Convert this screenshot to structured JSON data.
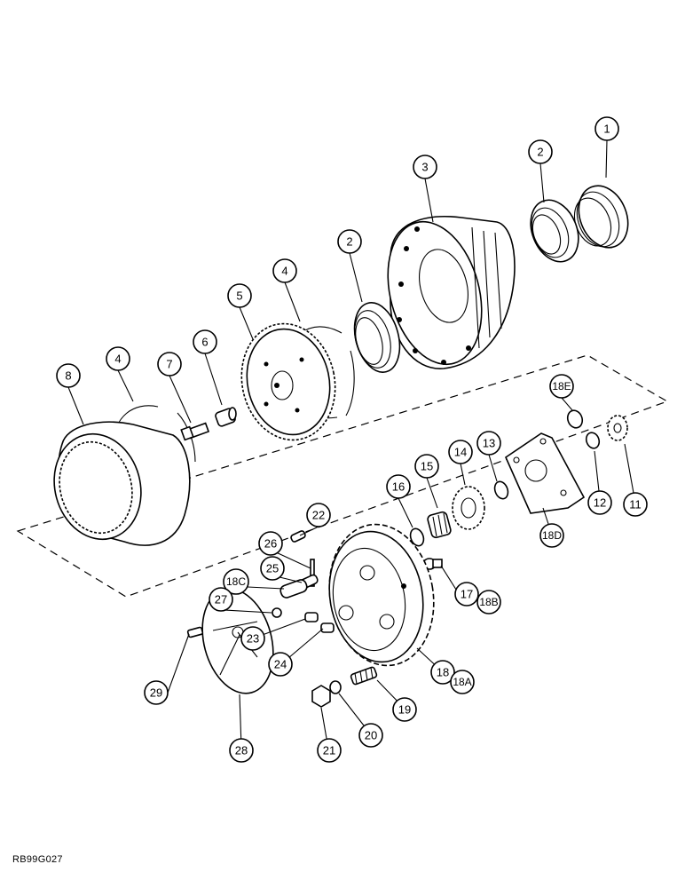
{
  "drawing_reference": "RB99G027",
  "callouts": [
    {
      "id": "c1",
      "label": "1"
    },
    {
      "id": "c2a",
      "label": "2"
    },
    {
      "id": "c3",
      "label": "3"
    },
    {
      "id": "c2b",
      "label": "2"
    },
    {
      "id": "c4a",
      "label": "4"
    },
    {
      "id": "c5",
      "label": "5"
    },
    {
      "id": "c6",
      "label": "6"
    },
    {
      "id": "c4b",
      "label": "4"
    },
    {
      "id": "c7",
      "label": "7"
    },
    {
      "id": "c8",
      "label": "8"
    },
    {
      "id": "c18E",
      "label": "18E"
    },
    {
      "id": "c13",
      "label": "13"
    },
    {
      "id": "c14",
      "label": "14"
    },
    {
      "id": "c15",
      "label": "15"
    },
    {
      "id": "c16",
      "label": "16"
    },
    {
      "id": "c12",
      "label": "12"
    },
    {
      "id": "c11",
      "label": "11"
    },
    {
      "id": "c18D",
      "label": "18D"
    },
    {
      "id": "c22",
      "label": "22"
    },
    {
      "id": "c26",
      "label": "26"
    },
    {
      "id": "c25",
      "label": "25"
    },
    {
      "id": "c18C",
      "label": "18C"
    },
    {
      "id": "c27",
      "label": "27"
    },
    {
      "id": "c17",
      "label": "17"
    },
    {
      "id": "c18B",
      "label": "18B"
    },
    {
      "id": "c23",
      "label": "23"
    },
    {
      "id": "c24",
      "label": "24"
    },
    {
      "id": "c18",
      "label": "18"
    },
    {
      "id": "c18A",
      "label": "18A"
    },
    {
      "id": "c29",
      "label": "29"
    },
    {
      "id": "c19",
      "label": "19"
    },
    {
      "id": "c20",
      "label": "20"
    },
    {
      "id": "c21",
      "label": "21"
    },
    {
      "id": "c28",
      "label": "28"
    }
  ]
}
